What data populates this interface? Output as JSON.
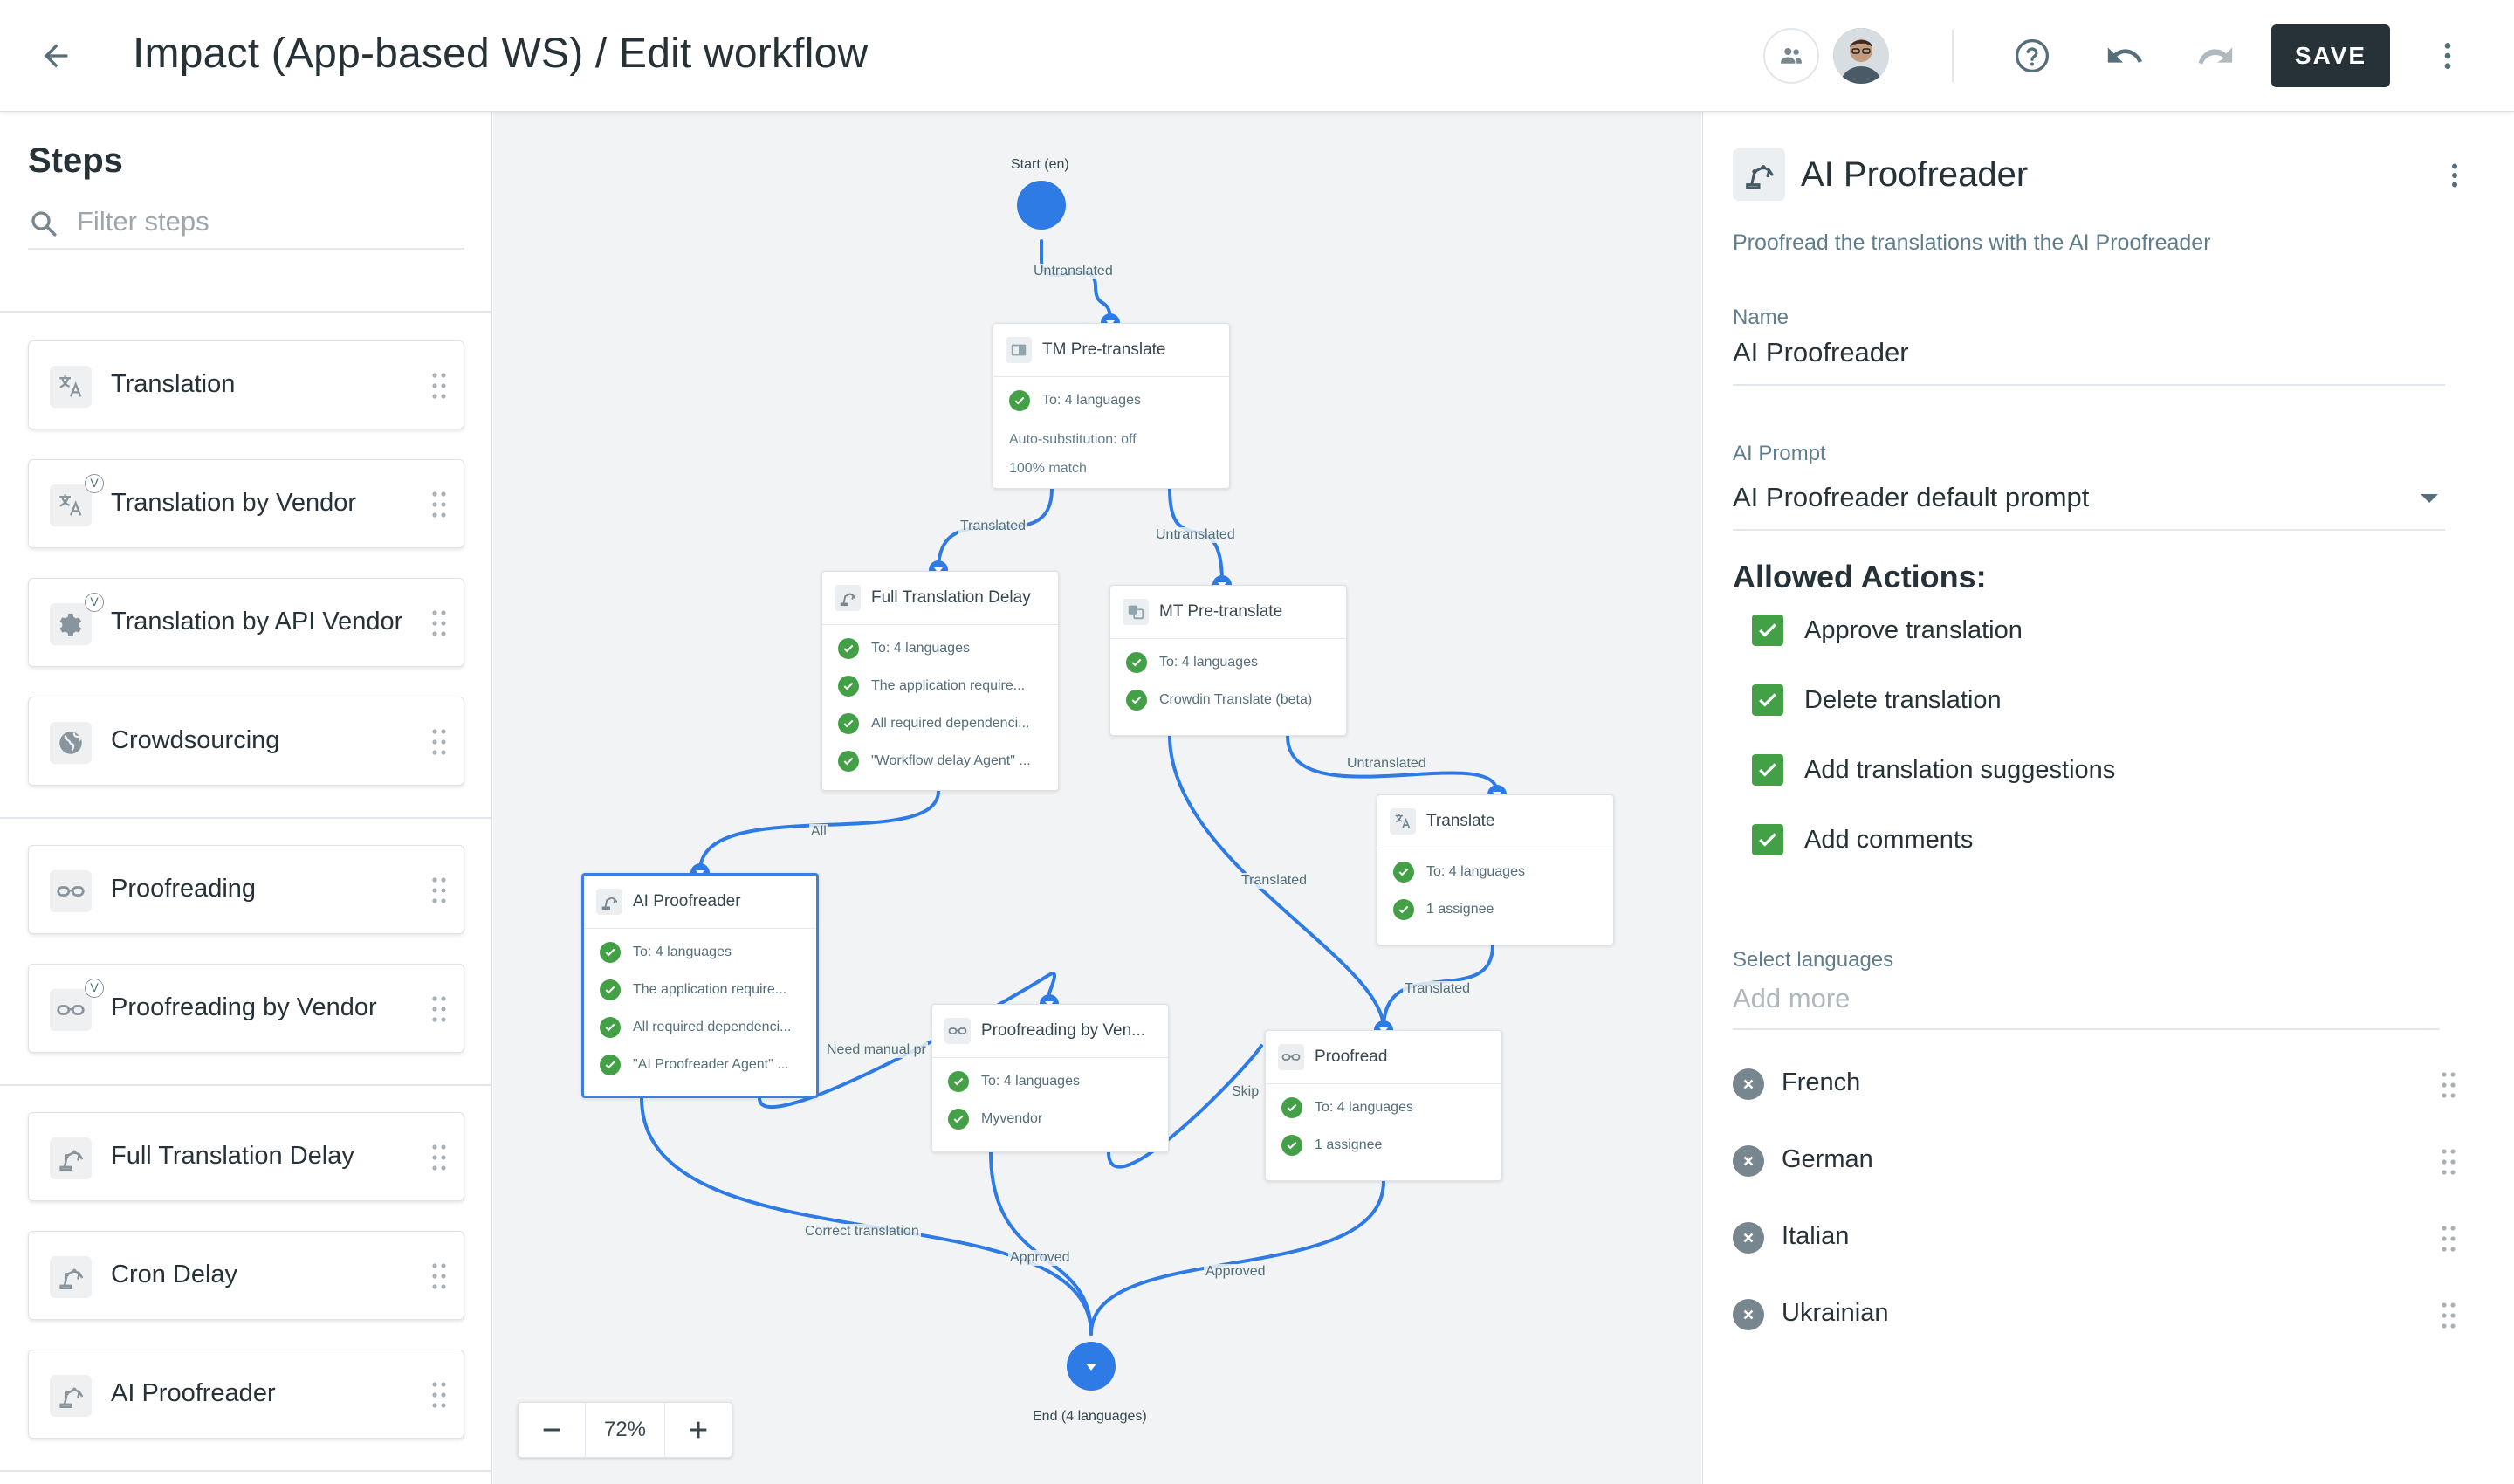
{
  "header": {
    "title": "Impact (App-based WS) / Edit workflow",
    "save_label": "SAVE"
  },
  "sidebar": {
    "title": "Steps",
    "filter_placeholder": "Filter steps",
    "items": [
      {
        "label": "Translation",
        "icon": "translate-icon",
        "badge": ""
      },
      {
        "label": "Translation by Vendor",
        "icon": "translate-icon",
        "badge": "V"
      },
      {
        "label": "Translation by API Vendor",
        "icon": "gear-icon",
        "badge": "V"
      },
      {
        "label": "Crowdsourcing",
        "icon": "globe-icon",
        "badge": ""
      },
      {
        "label": "Proofreading",
        "icon": "glasses-icon",
        "badge": ""
      },
      {
        "label": "Proofreading by Vendor",
        "icon": "glasses-icon",
        "badge": "V"
      },
      {
        "label": "Full Translation Delay",
        "icon": "robot-arm-icon",
        "badge": ""
      },
      {
        "label": "Cron Delay",
        "icon": "robot-arm-icon",
        "badge": ""
      },
      {
        "label": "AI Proofreader",
        "icon": "robot-arm-icon",
        "badge": ""
      }
    ]
  },
  "canvas": {
    "start_label": "Start (en)",
    "end_label": "End (4 languages)",
    "zoom": "72%",
    "edge_labels": {
      "untranslated_1": "Untranslated",
      "translated_1": "Translated",
      "untranslated_2": "Untranslated",
      "untranslated_3": "Untranslated",
      "all": "All",
      "translated_2": "Translated",
      "translated_3": "Translated",
      "need_manual": "Need manual pr",
      "skip": "Skip",
      "correct": "Correct translation",
      "approved_1": "Approved",
      "approved_2": "Approved"
    },
    "nodes": {
      "tm": {
        "title": "TM Pre-translate",
        "rows": [
          "To: 4 languages"
        ],
        "plain": [
          "Auto-substitution: off",
          "100% match"
        ]
      },
      "ftd": {
        "title": "Full Translation Delay",
        "rows": [
          "To: 4 languages",
          "The application require...",
          "All required dependenci...",
          "\"Workflow delay Agent\" ..."
        ]
      },
      "mt": {
        "title": "MT Pre-translate",
        "rows": [
          "To: 4 languages",
          "Crowdin Translate (beta)"
        ]
      },
      "translate": {
        "title": "Translate",
        "rows": [
          "To: 4 languages",
          "1 assignee"
        ]
      },
      "aip": {
        "title": "AI Proofreader",
        "rows": [
          "To: 4 languages",
          "The application require...",
          "All required dependenci...",
          "\"AI Proofreader Agent\" ..."
        ]
      },
      "pbv": {
        "title": "Proofreading by Ven...",
        "rows": [
          "To: 4 languages",
          "Myvendor"
        ]
      },
      "proofread": {
        "title": "Proofread",
        "rows": [
          "To: 4 languages",
          "1 assignee"
        ]
      }
    }
  },
  "panel": {
    "title": "AI Proofreader",
    "description": "Proofread the translations with the AI Proofreader",
    "name_label": "Name",
    "name_value": "AI Proofreader",
    "prompt_label": "AI Prompt",
    "prompt_value": "AI Proofreader default prompt",
    "actions_title": "Allowed Actions:",
    "actions": [
      {
        "label": "Approve translation",
        "checked": true
      },
      {
        "label": "Delete translation",
        "checked": true
      },
      {
        "label": "Add translation suggestions",
        "checked": true
      },
      {
        "label": "Add comments",
        "checked": true
      }
    ],
    "languages_label": "Select languages",
    "languages_placeholder": "Add more",
    "languages": [
      "French",
      "German",
      "Italian",
      "Ukrainian"
    ]
  },
  "colors": {
    "accent": "#2f7be5",
    "check": "#43a047",
    "save_bg": "#263238"
  }
}
